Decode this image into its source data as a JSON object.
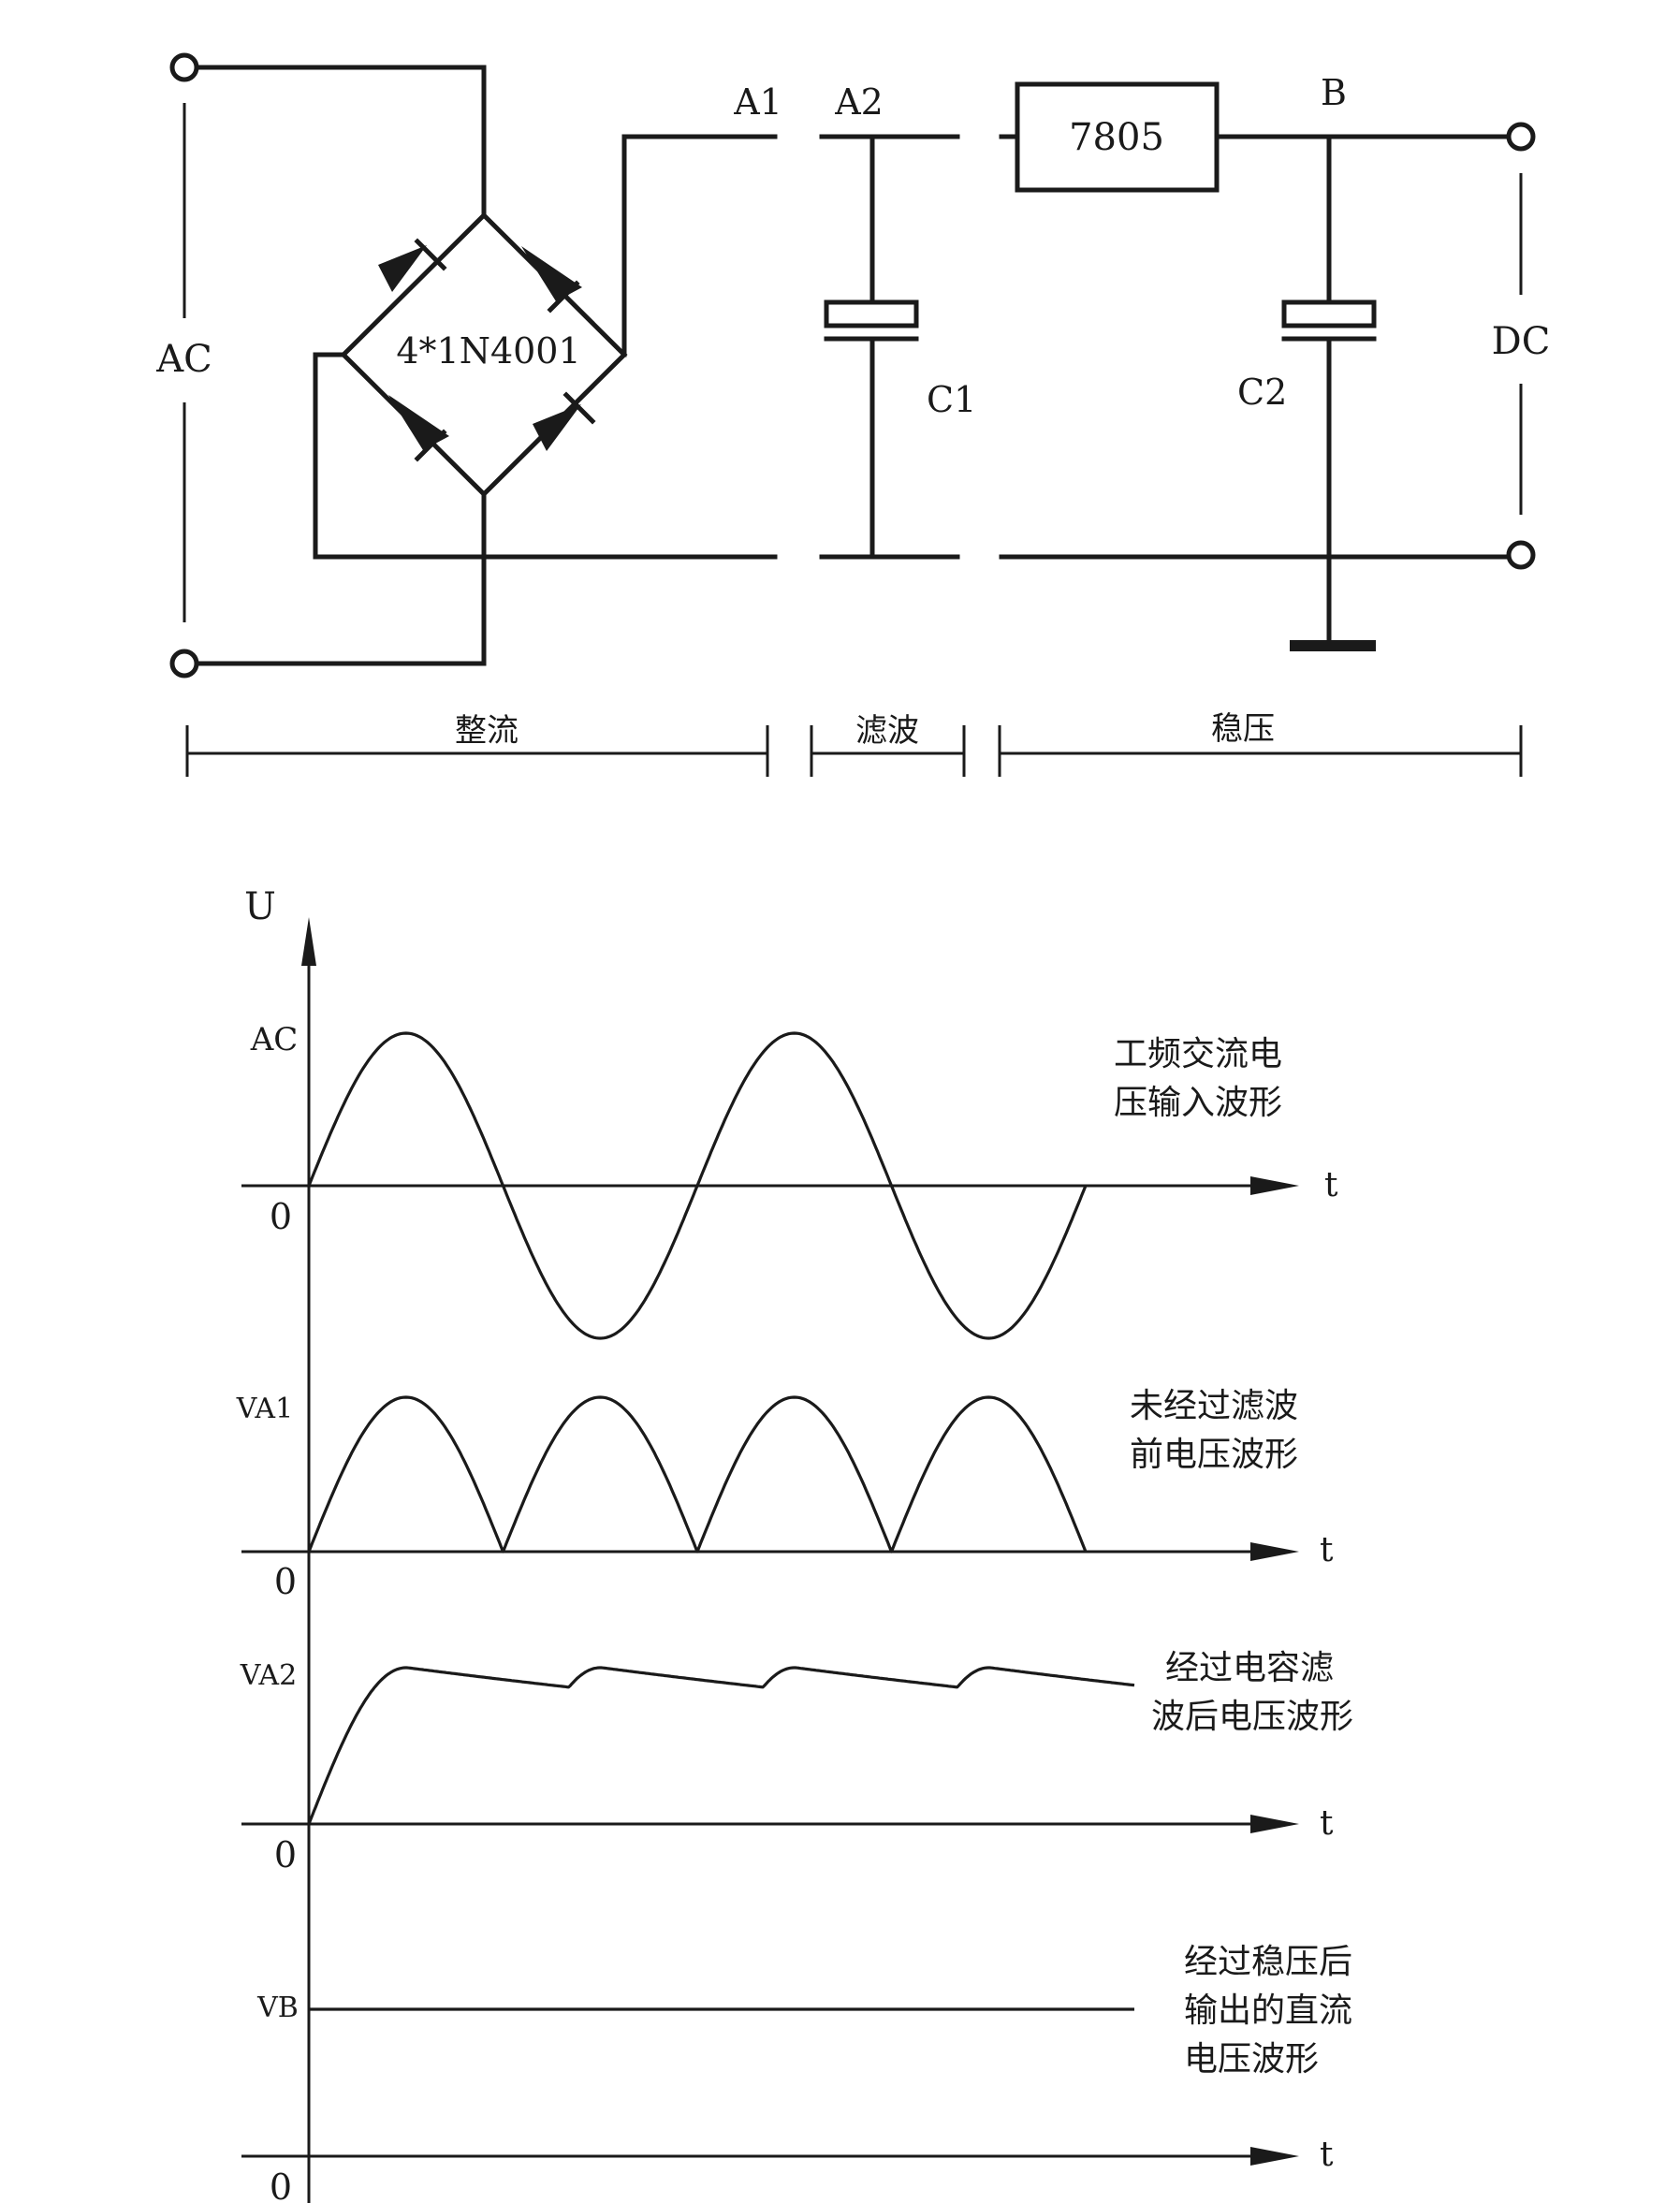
{
  "circuit": {
    "ac_label": "AC",
    "dc_label": "DC",
    "bridge_label": "4*1N4001",
    "node_a1": "A1",
    "node_a2": "A2",
    "node_b": "B",
    "regulator_label": "7805",
    "cap1_label": "C1",
    "cap2_label": "C2",
    "stages": [
      "整流",
      "滤波",
      "稳压"
    ]
  },
  "waveforms": {
    "y_axis_label": "U",
    "t_label": "t",
    "zero_label": "0",
    "rows": [
      {
        "level_label": "AC",
        "caption": [
          "工频交流电",
          "压输入波形"
        ],
        "shape": "sine"
      },
      {
        "level_label": "VA1",
        "caption": [
          "未经过滤波",
          "前电压波形"
        ],
        "shape": "full-wave-rectified"
      },
      {
        "level_label": "VA2",
        "caption": [
          "经过电容滤",
          "波后电压波形"
        ],
        "shape": "capacitor-filtered-ripple"
      },
      {
        "level_label": "VB",
        "caption": [
          "经过稳压后",
          "输出的直流",
          "电压波形"
        ],
        "shape": "flat-dc"
      }
    ]
  }
}
